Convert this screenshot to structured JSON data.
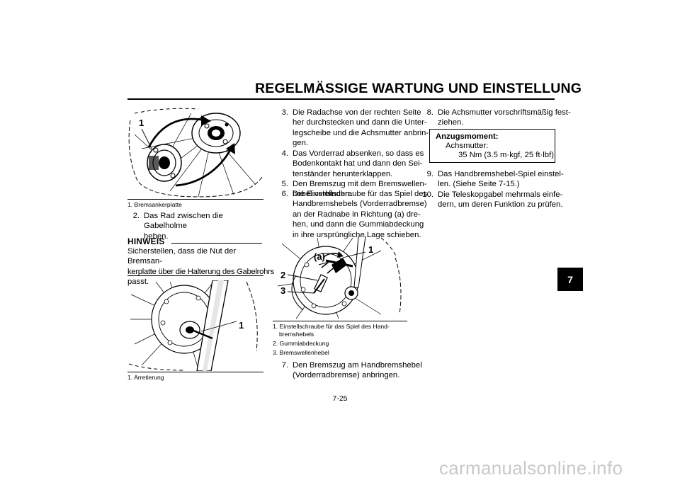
{
  "header": {
    "title": "REGELMÄSSIGE WARTUNG UND EINSTELLUNG",
    "chapter_tab": "7"
  },
  "left_column": {
    "figure1": {
      "callouts": [
        "1"
      ],
      "caption": "1. Bremsankerplatte"
    },
    "step2": {
      "num": "2.",
      "lines": [
        "Das Rad zwischen die Gabelholme",
        "heben."
      ]
    },
    "hinweis": {
      "label": "HINWEIS",
      "lines": [
        "Sicherstellen, dass die Nut der Bremsan-",
        "kerplatte über die Halterung des Gabelrohrs",
        "passt."
      ]
    },
    "figure2": {
      "callouts": [
        "1"
      ],
      "caption": "1. Arretierung"
    }
  },
  "middle_column": {
    "steps": [
      {
        "num": "3.",
        "lines": [
          "Die Radachse von der rechten Seite",
          "her durchstecken und dann die Unter-",
          "legscheibe und die Achsmutter anbrin-",
          "gen."
        ]
      },
      {
        "num": "4.",
        "lines": [
          "Das Vorderrad absenken, so dass es",
          "Bodenkontakt hat und dann den Sei-",
          "tenständer herunterklappen."
        ]
      },
      {
        "num": "5.",
        "lines": [
          "Den Bremszug mit dem Bremswellen-",
          "hebel verbinden."
        ]
      },
      {
        "num": "6.",
        "lines": [
          "Die Einstellschraube für das Spiel des",
          "Handbremshebels (Vorderradbremse)",
          "an der Radnabe in Richtung (a) dre-",
          "hen, und dann die Gummiabdeckung",
          "in ihre ursprüngliche Lage schieben."
        ]
      }
    ],
    "figure3": {
      "callouts": [
        "(a)",
        "1",
        "2",
        "3"
      ],
      "captions": [
        "1. Einstellschraube für das Spiel des Hand-",
        "bremshebels",
        "2. Gummiabdeckung",
        "3. Bremswellenhebel"
      ]
    },
    "step7": {
      "num": "7.",
      "lines": [
        "Den Bremszug am Handbremshebel",
        "(Vorderradbremse) anbringen."
      ]
    }
  },
  "right_column": {
    "step8": {
      "num": "8.",
      "lines": [
        "Die Achsmutter vorschriftsmäßig fest-",
        "ziehen."
      ]
    },
    "torque_box": {
      "heading": "Anzugsmoment:",
      "item": "Achsmutter:",
      "value": "35 Nm (3.5 m·kgf, 25 ft·lbf)"
    },
    "step9": {
      "num": "9.",
      "lines": [
        "Das Handbremshebel-Spiel einstel-",
        "len. (Siehe Seite 7-15.)"
      ]
    },
    "step10": {
      "num": "10.",
      "lines": [
        "Die Teleskopgabel mehrmals einfe-",
        "dern, um deren Funktion zu prüfen."
      ]
    }
  },
  "footer": {
    "page_number": "7-25",
    "watermark": "carmanualsonline.info"
  }
}
